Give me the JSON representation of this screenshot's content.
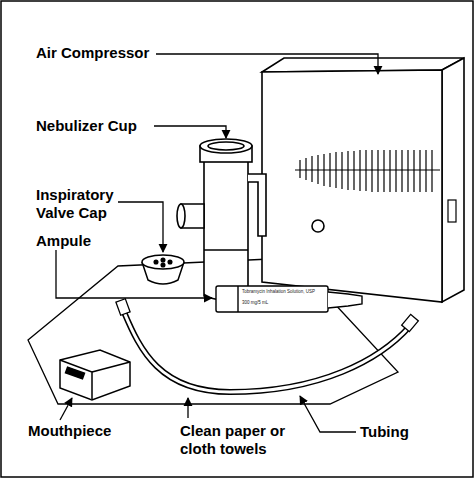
{
  "diagram": {
    "labels": [
      "Air Compressor",
      "Nebulizer Cup",
      "Inspiratory Valve Cap",
      "Ampule",
      "Mouthpiece",
      "Clean paper or cloth towels",
      "Tubing",
      "Tobramycin Inhalation Solution, USP",
      "300 mg/5 mL"
    ]
  }
}
